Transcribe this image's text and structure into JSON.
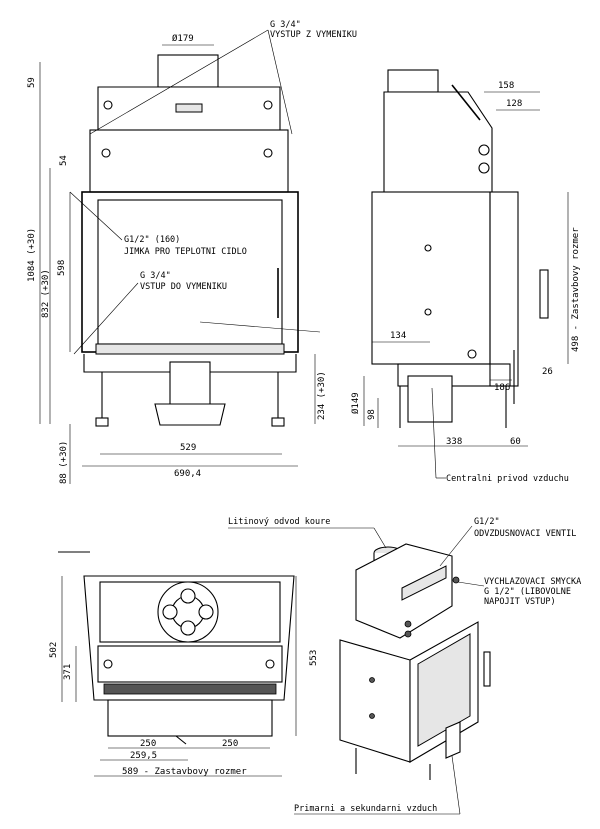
{
  "front_view": {
    "dims": {
      "d179": "Ø179",
      "h59": "59",
      "h54": "54",
      "h1084": "1084 (+30)",
      "h832": "832 (+30)",
      "h598": "598",
      "h234": "234 (+30)",
      "h88": "88 (+30)",
      "w529": "529",
      "w690": "690,4"
    },
    "notes": {
      "outlet_1": "G 3/4\"",
      "outlet_2": "VYSTUP Z VYMENIKU",
      "probe_1": "G1/2\" (160)",
      "probe_2": "JIMKA PRO TEPLOTNI CIDLO",
      "inlet_1": "G 3/4\"",
      "inlet_2": "VSTUP DO VYMENIKU"
    }
  },
  "side_view": {
    "dims": {
      "w158": "158",
      "w128": "128",
      "w134": "134",
      "h498": "498 - Zastavbovy rozmer",
      "d149": "Ø149",
      "h98": "98",
      "w26": "26",
      "w186": "186",
      "w338": "338",
      "w60": "60"
    },
    "notes": {
      "air": "Centralni privod vzduchu"
    }
  },
  "top_view": {
    "dims": {
      "h502": "502",
      "h371": "371",
      "h553": "553",
      "w250a": "250",
      "w250b": "250",
      "w259": "259,5",
      "w589": "589 - Zastavbovy rozmer"
    }
  },
  "iso_view": {
    "notes": {
      "flue": "Litinový odvod koure",
      "vent_1": "G1/2\"",
      "vent_2": "ODVZDUSNOVACI VENTIL",
      "loop_1": "VYCHLAZOVACI SMYCKA",
      "loop_2": "G 1/2\" (LIBOVOLNE",
      "loop_3": "NAPOJIT VSTUP)",
      "primary": "Primarni a sekundarni vzduch"
    }
  }
}
